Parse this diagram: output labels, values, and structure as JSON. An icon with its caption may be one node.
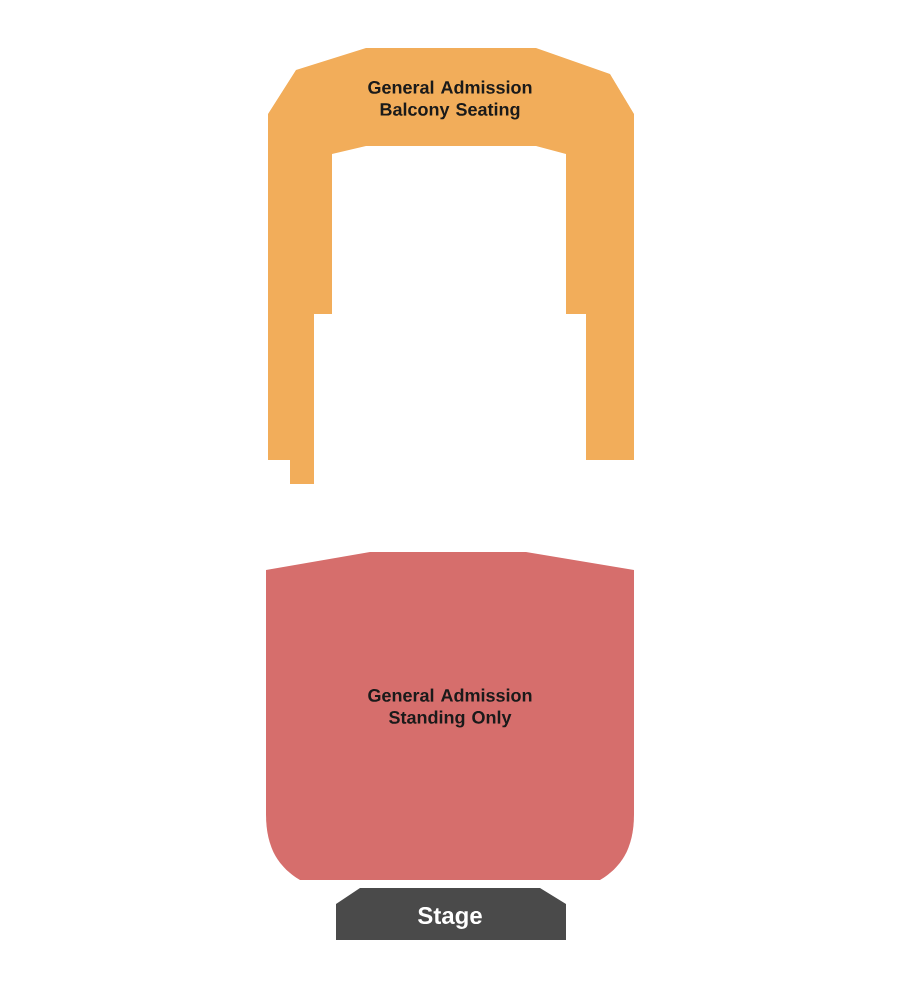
{
  "diagram": {
    "nodes": [
      {
        "text": [
          "General Admission Balcony Seating"
        ]
      },
      {
        "text": [
          "General Admission Standing Only"
        ]
      },
      {
        "text": [
          "Stage"
        ]
      }
    ]
  }
}
